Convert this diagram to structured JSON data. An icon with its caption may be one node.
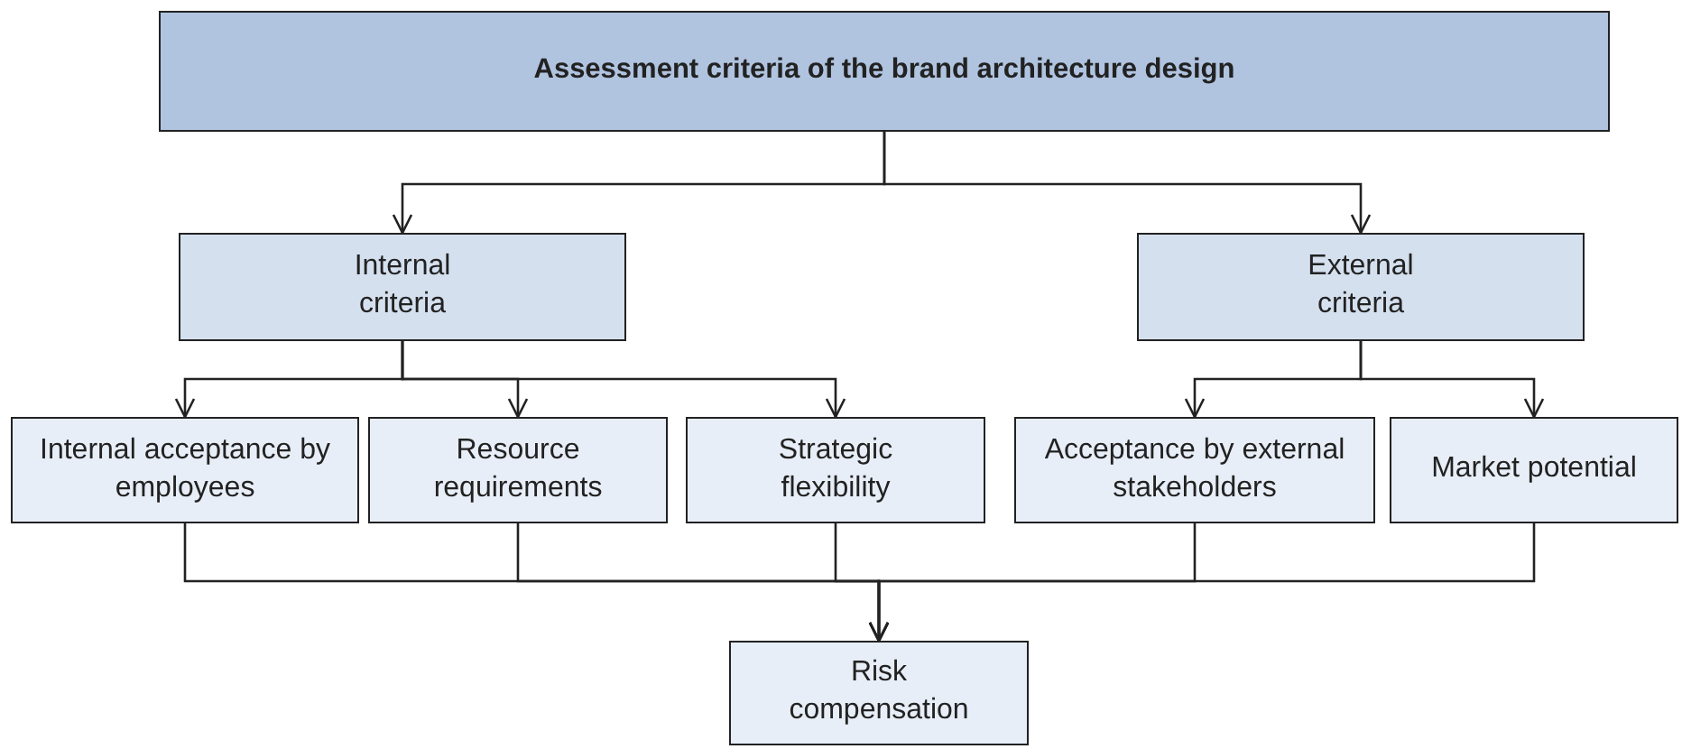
{
  "diagram": {
    "nodes": [
      {
        "text": [
          "Assessment criteria of the brand architecture design"
        ]
      },
      {
        "text": [
          "Internal criteria"
        ]
      },
      {
        "text": [
          "External criteria"
        ]
      },
      {
        "text": [
          "Internal acceptance by employees"
        ]
      },
      {
        "text": [
          "Resource requirements"
        ]
      },
      {
        "text": [
          "Strategic flexibility"
        ]
      },
      {
        "text": [
          "Acceptance by external stakeholders"
        ]
      },
      {
        "text": [
          "Market potential"
        ]
      },
      {
        "text": [
          "Risk compensation"
        ]
      }
    ],
    "edges": [
      {
        "from": 0,
        "to": 1,
        "arrow": "to"
      },
      {
        "from": 0,
        "to": 2,
        "arrow": "to"
      },
      {
        "from": 1,
        "to": 3,
        "arrow": "to"
      },
      {
        "from": 1,
        "to": 4,
        "arrow": "to"
      },
      {
        "from": 1,
        "to": 5,
        "arrow": "to"
      },
      {
        "from": 2,
        "to": 6,
        "arrow": "to"
      },
      {
        "from": 2,
        "to": 7,
        "arrow": "to"
      },
      {
        "from": 3,
        "to": 8,
        "arrow": "to"
      },
      {
        "from": 4,
        "to": 8,
        "arrow": "to"
      },
      {
        "from": 5,
        "to": 8,
        "arrow": "to"
      },
      {
        "from": 6,
        "to": 8,
        "arrow": "to"
      },
      {
        "from": 7,
        "to": 8,
        "arrow": "to"
      }
    ]
  }
}
